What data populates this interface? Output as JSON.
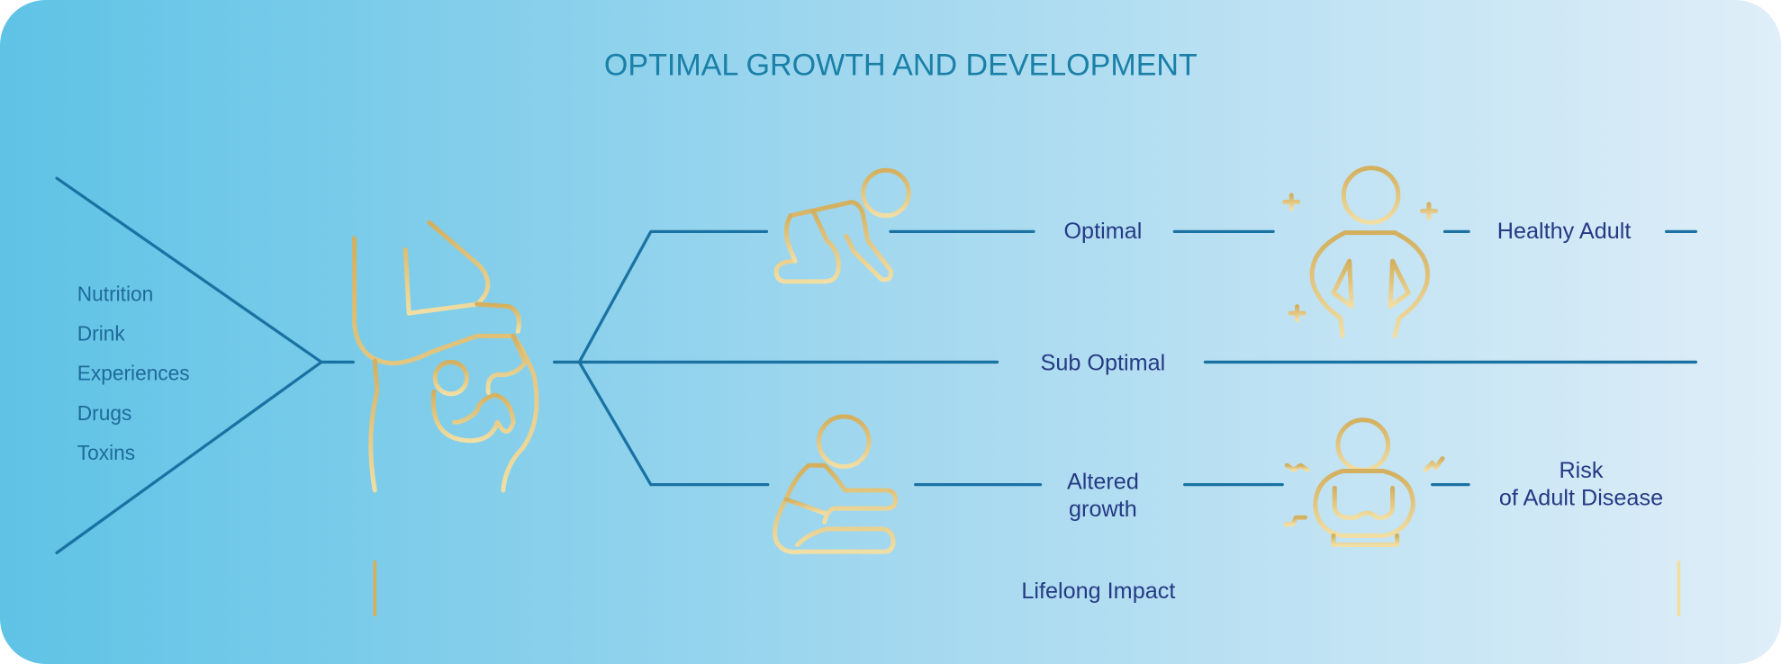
{
  "title": "OPTIMAL GROWTH AND DEVELOPMENT",
  "factors": [
    "Nutrition",
    "Drink",
    "Experiences",
    "Drugs",
    "Toxins"
  ],
  "branches": {
    "optimal": {
      "label": "Optimal",
      "outcome": "Healthy Adult"
    },
    "sub_optimal": {
      "label": "Sub Optimal"
    },
    "altered": {
      "label_line1": "Altered",
      "label_line2": "growth",
      "outcome_line1": "Risk",
      "outcome_line2": "of Adult Disease"
    }
  },
  "timeline": {
    "label": "Lifelong Impact"
  },
  "colors": {
    "bg_left": "#5fc3e6",
    "bg_right": "#dfeef8",
    "line": "#1a72a3",
    "title": "#1a80a8",
    "text": "#253a84",
    "gold_dark": "#d3af5e",
    "gold_light": "#f1dea4"
  }
}
